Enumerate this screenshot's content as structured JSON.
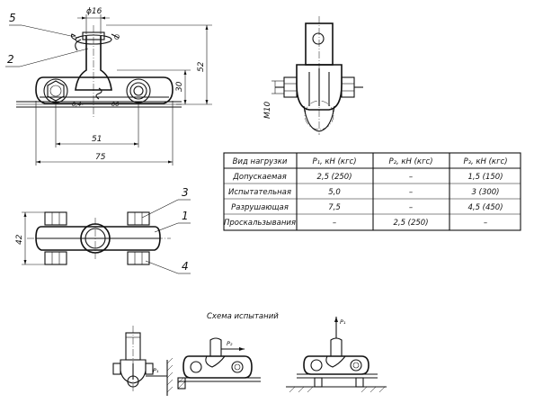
{
  "dimensions": {
    "d16": "ϕ16",
    "h52": "52",
    "h30": "30",
    "w51": "51",
    "w75": "75",
    "h42": "42",
    "m10": "M10"
  },
  "callouts": {
    "c5": "5",
    "c2": "2",
    "c3": "3",
    "c1": "1",
    "c4": "4"
  },
  "stamp": {
    "left": "0,4-",
    "right": "06"
  },
  "table": {
    "headers": [
      "Вид нагрузки",
      "P₁, кН (кгс)",
      "P₂, кН (кгс)",
      "P₃, кН (кгс)"
    ],
    "rows": [
      [
        "Допускаемая",
        "2,5 (250)",
        "–",
        "1,5 (150)"
      ],
      [
        "Испытательная",
        "5,0",
        "–",
        "3 (300)"
      ],
      [
        "Разрушающая",
        "7,5",
        "–",
        "4,5 (450)"
      ],
      [
        "Проскальзывания",
        "–",
        "2,5 (250)",
        "–"
      ]
    ]
  },
  "scheme": {
    "title": "Схема испытаний",
    "p1": "P₁",
    "p2": "P₂",
    "p3": "P₃"
  }
}
